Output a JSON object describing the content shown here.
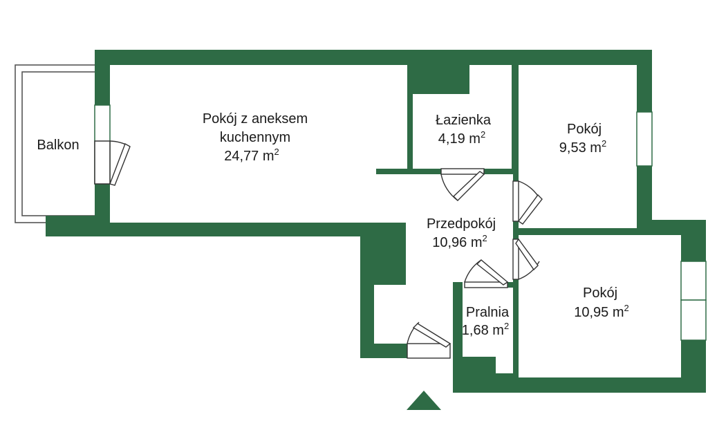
{
  "colors": {
    "wall": "#2e6b45",
    "background": "#ffffff",
    "text": "#1a1a1a"
  },
  "rooms": {
    "balkon": {
      "name": "Balkon"
    },
    "salon": {
      "name_line1": "Pokój z aneksem",
      "name_line2": "kuchennym",
      "area": "24,77 m",
      "unit_sup": "2"
    },
    "lazienka": {
      "name": "Łazienka",
      "area": "4,19 m",
      "unit_sup": "2"
    },
    "pokoj1": {
      "name": "Pokój",
      "area": "9,53 m",
      "unit_sup": "2"
    },
    "przedpokoj": {
      "name": "Przedpokój",
      "area": "10,96 m",
      "unit_sup": "2"
    },
    "pokoj2": {
      "name": "Pokój",
      "area": "10,95 m",
      "unit_sup": "2"
    },
    "pralnia": {
      "name": "Pralnia",
      "area": "1,68 m",
      "unit_sup": "2"
    }
  },
  "icons": {
    "entrance": "entrance-arrow-icon"
  }
}
